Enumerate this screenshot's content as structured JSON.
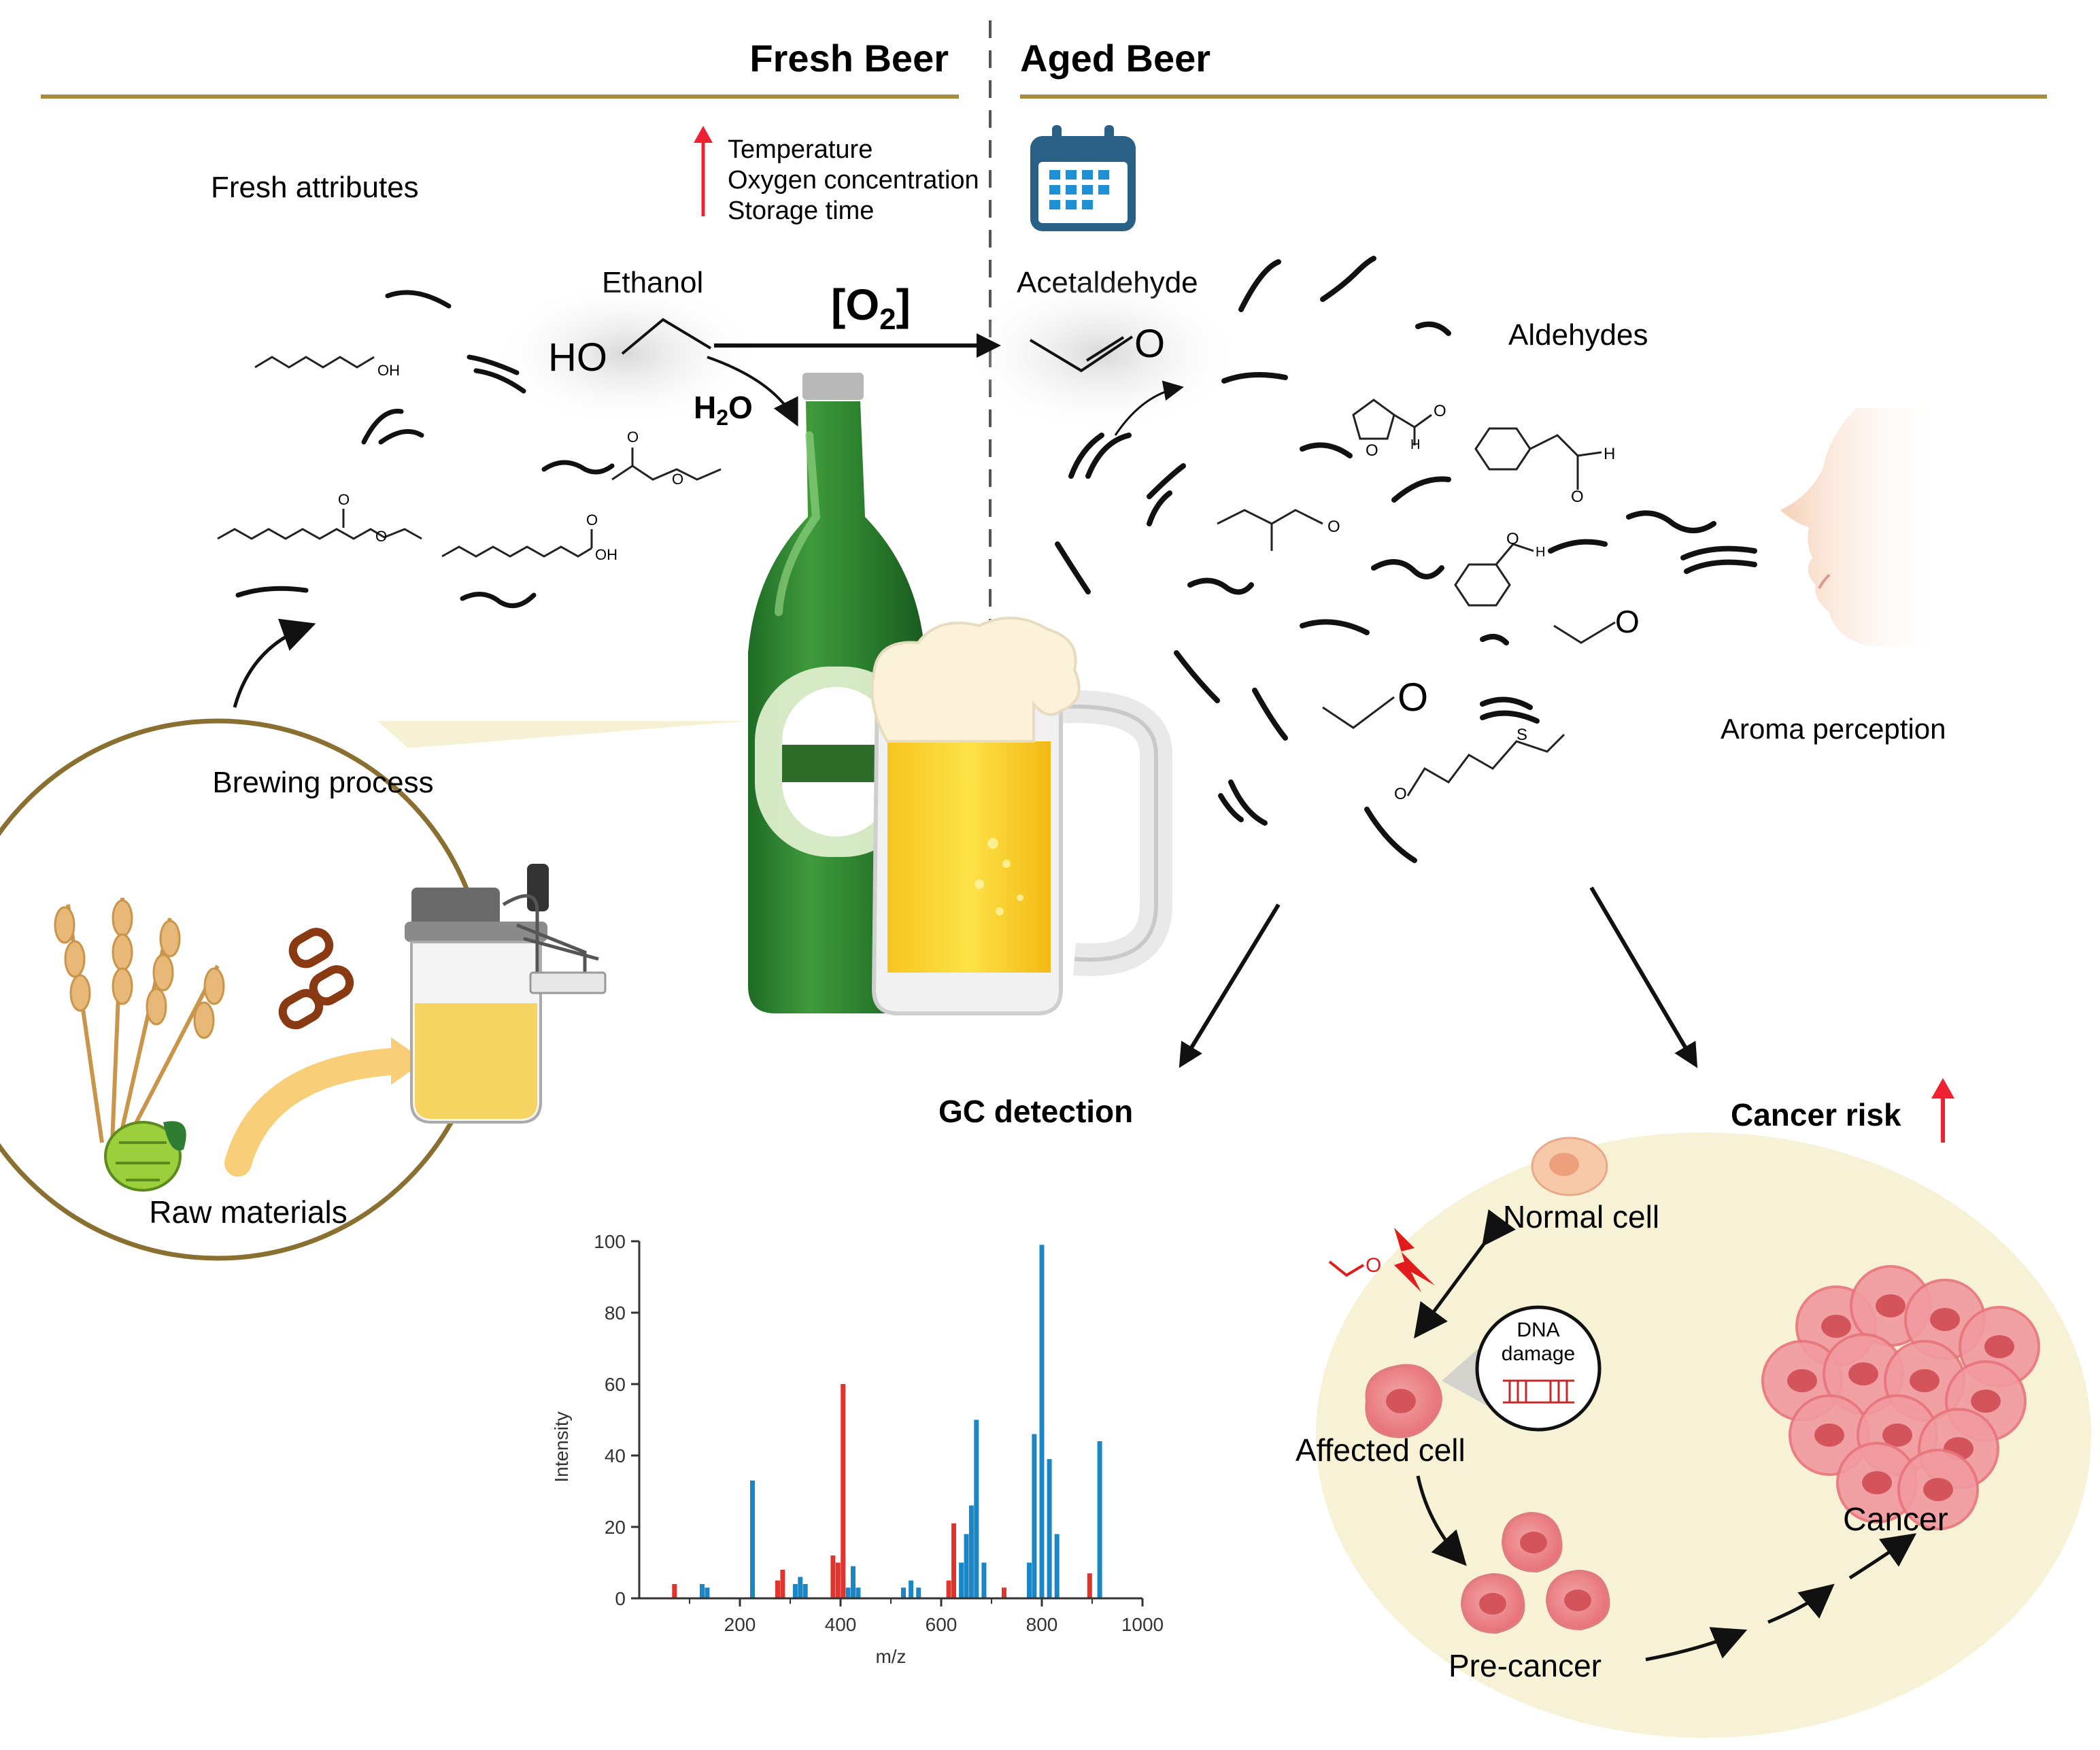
{
  "header": {
    "fresh_title": "Fresh Beer",
    "aged_title": "Aged Beer"
  },
  "conditions": [
    "Temperature",
    "Oxygen concentration",
    "Storage time"
  ],
  "labels": {
    "fresh_attributes": "Fresh attributes",
    "ethanol": "Ethanol",
    "acetaldehyde": "Acetaldehyde",
    "aldehydes": "Aldehydes",
    "aroma_perception": "Aroma perception",
    "brewing_process": "Brewing process",
    "raw_materials": "Raw materials",
    "gc_detection": "GC detection",
    "cancer_risk": "Cancer risk",
    "oxygen_main": "[O",
    "oxygen_sub": "2",
    "oxygen_close": "]",
    "water_main": "H",
    "water_sub": "2",
    "water_tail": "O",
    "ho": "HO",
    "o": "O"
  },
  "chem": {
    "oh": "OH",
    "o": "O",
    "h": "H",
    "s": "S"
  },
  "cell_labels": {
    "normal": "Normal cell",
    "affected": "Affected cell",
    "dna_line1": "DNA",
    "dna_line2": "damage",
    "precancer": "Pre-cancer",
    "cancer": "Cancer"
  },
  "colors": {
    "gold": "#a88a3c",
    "bar_blue": "#1a86c6",
    "bar_red": "#e0342c",
    "cell_bg": "#f7f2d6"
  },
  "chart_data": {
    "type": "bar",
    "xlabel": "m/z",
    "ylabel": "Intensity",
    "xlim": [
      0,
      1000
    ],
    "ylim": [
      0,
      100
    ],
    "xticks": [
      200,
      400,
      600,
      800,
      1000
    ],
    "yticks": [
      0,
      20,
      40,
      60,
      80,
      100
    ],
    "series": [
      {
        "color": "#1a86c6",
        "points": [
          [
            125,
            4
          ],
          [
            135,
            3
          ],
          [
            225,
            33
          ],
          [
            310,
            4
          ],
          [
            320,
            6
          ],
          [
            330,
            4
          ],
          [
            415,
            3
          ],
          [
            425,
            9
          ],
          [
            435,
            3
          ],
          [
            525,
            3
          ],
          [
            540,
            5
          ],
          [
            555,
            3
          ],
          [
            640,
            10
          ],
          [
            650,
            18
          ],
          [
            660,
            26
          ],
          [
            670,
            50
          ],
          [
            685,
            10
          ],
          [
            775,
            10
          ],
          [
            785,
            46
          ],
          [
            800,
            99
          ],
          [
            815,
            39
          ],
          [
            830,
            18
          ],
          [
            915,
            44
          ]
        ]
      },
      {
        "color": "#e0342c",
        "points": [
          [
            70,
            4
          ],
          [
            275,
            5
          ],
          [
            285,
            8
          ],
          [
            385,
            12
          ],
          [
            395,
            10
          ],
          [
            405,
            60
          ],
          [
            615,
            5
          ],
          [
            625,
            21
          ],
          [
            725,
            3
          ],
          [
            895,
            7
          ]
        ]
      }
    ]
  }
}
